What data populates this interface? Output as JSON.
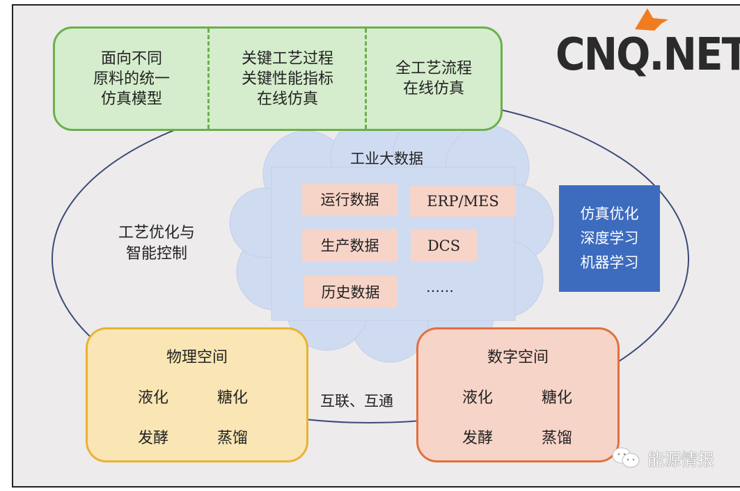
{
  "top_box": {
    "columns": [
      {
        "lines": [
          "面向不同",
          "原料的统一",
          "仿真模型"
        ]
      },
      {
        "lines": [
          "关键工艺过程",
          "关键性能指标",
          "在线仿真"
        ]
      },
      {
        "lines": [
          "全工艺流程",
          "在线仿真"
        ]
      }
    ]
  },
  "logo": {
    "text": "CNQ.NET",
    "accent_color": "#f07c1e"
  },
  "cycle_label": {
    "lines": [
      "工艺优化与",
      "智能控制"
    ]
  },
  "cloud": {
    "title": "工业大数据",
    "tags": [
      "运行数据",
      "ERP/MES",
      "生产数据",
      "DCS",
      "历史数据"
    ],
    "more": "……"
  },
  "methods_box": {
    "lines": [
      "仿真优化",
      "深度学习",
      "机器学习"
    ],
    "color": "#3d6cbf"
  },
  "physical_space": {
    "title": "物理空间",
    "items": [
      "液化",
      "糖化",
      "发酵",
      "蒸馏"
    ]
  },
  "digital_space": {
    "title": "数字空间",
    "items": [
      "液化",
      "糖化",
      "发酵",
      "蒸馏"
    ]
  },
  "link_label": "互联、互通",
  "watermark": {
    "icon": "wechat-icon",
    "text": "能源情报"
  }
}
